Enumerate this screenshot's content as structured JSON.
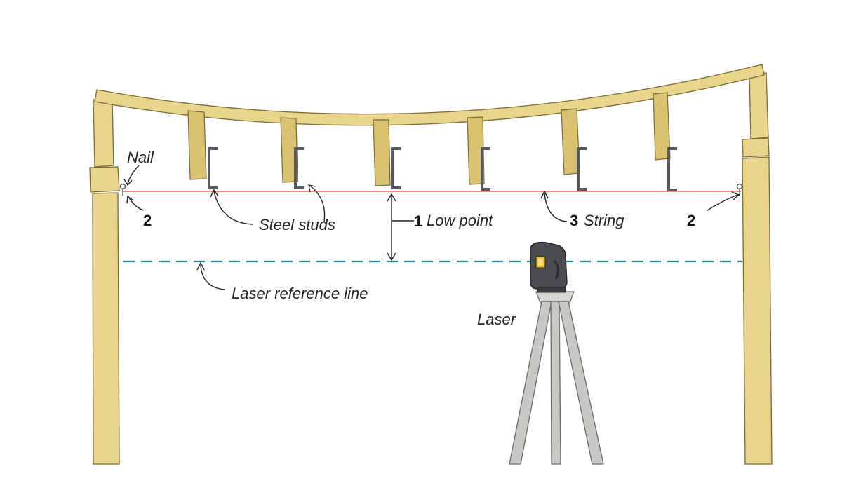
{
  "colors": {
    "wood": "#e8d48a",
    "string": "#d84a3a",
    "laser_line": "#2a8a8e",
    "steel": "#555a60",
    "laser_body": "#4a4c52",
    "tripod": "#c9c7c3"
  },
  "labels": {
    "nail": "Nail",
    "steel_studs": "Steel studs",
    "low_point_num": "1",
    "low_point": "Low point",
    "string_num": "3",
    "string": "String",
    "left_num": "2",
    "right_num": "2",
    "laser_reference_line": "Laser reference line",
    "laser": "Laser"
  }
}
